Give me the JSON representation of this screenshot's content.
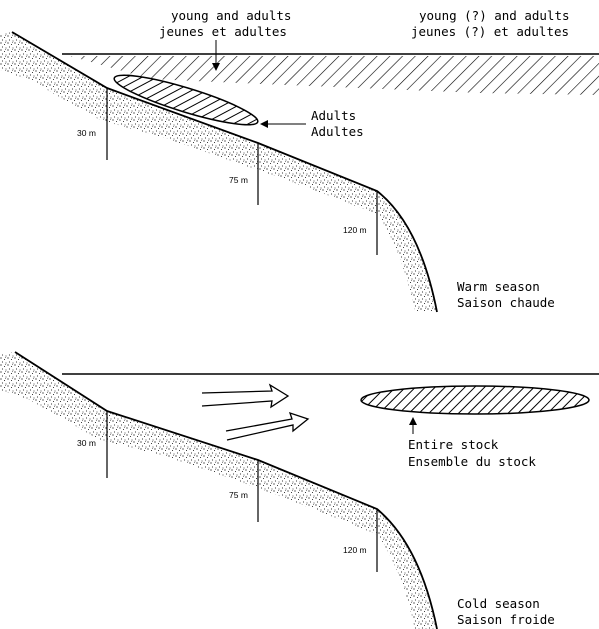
{
  "warm": {
    "label_line1": "young and adults",
    "label_line2": "jeunes et adultes",
    "label_right_line1": "young (?) and adults",
    "label_right_line2": "jeunes (?) et adultes",
    "adults_line1": "Adults",
    "adults_line2": "Adultes",
    "depth_30": "30 m",
    "depth_75": "75 m",
    "depth_120": "120 m",
    "season_line1": "Warm season",
    "season_line2": "Saison chaude"
  },
  "cold": {
    "stock_line1": "Entire stock",
    "stock_line2": "Ensemble du stock",
    "depth_30": "30 m",
    "depth_75": "75 m",
    "depth_120": "120 m",
    "season_line1": "Cold season",
    "season_line2": "Saison froide"
  }
}
